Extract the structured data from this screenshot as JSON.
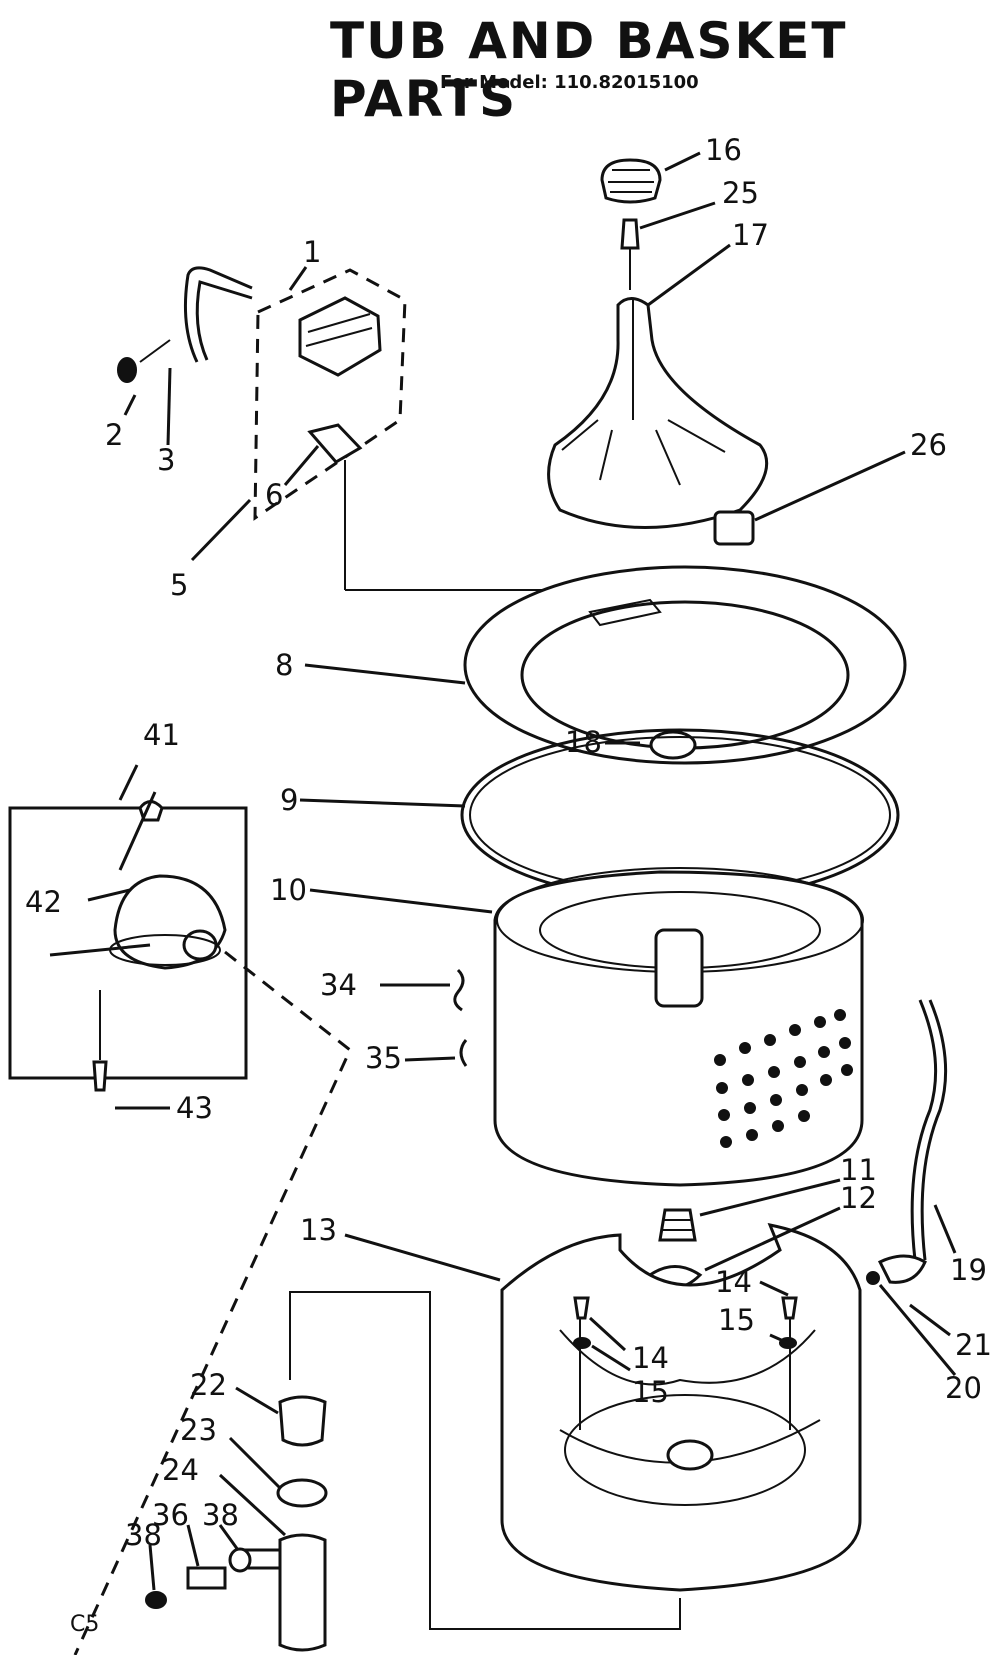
{
  "title": "TUB AND BASKET PARTS",
  "subtitle": "For Model: 110.82015100",
  "footer_code": "C5",
  "callouts": {
    "c1": "1",
    "c2": "2",
    "c3": "3",
    "c5": "5",
    "c6": "6",
    "c8": "8",
    "c9": "9",
    "c10": "10",
    "c11": "11",
    "c12": "12",
    "c13": "13",
    "c14a": "14",
    "c14b": "14",
    "c15a": "15",
    "c15b": "15",
    "c16": "16",
    "c17": "17",
    "c18": "18",
    "c19": "19",
    "c20": "20",
    "c21": "21",
    "c22": "22",
    "c23": "23",
    "c24": "24",
    "c25": "25",
    "c26": "26",
    "c34": "34",
    "c35": "35",
    "c36": "36",
    "c38a": "38",
    "c38b": "38",
    "c41": "41",
    "c42": "42",
    "c43": "43"
  }
}
